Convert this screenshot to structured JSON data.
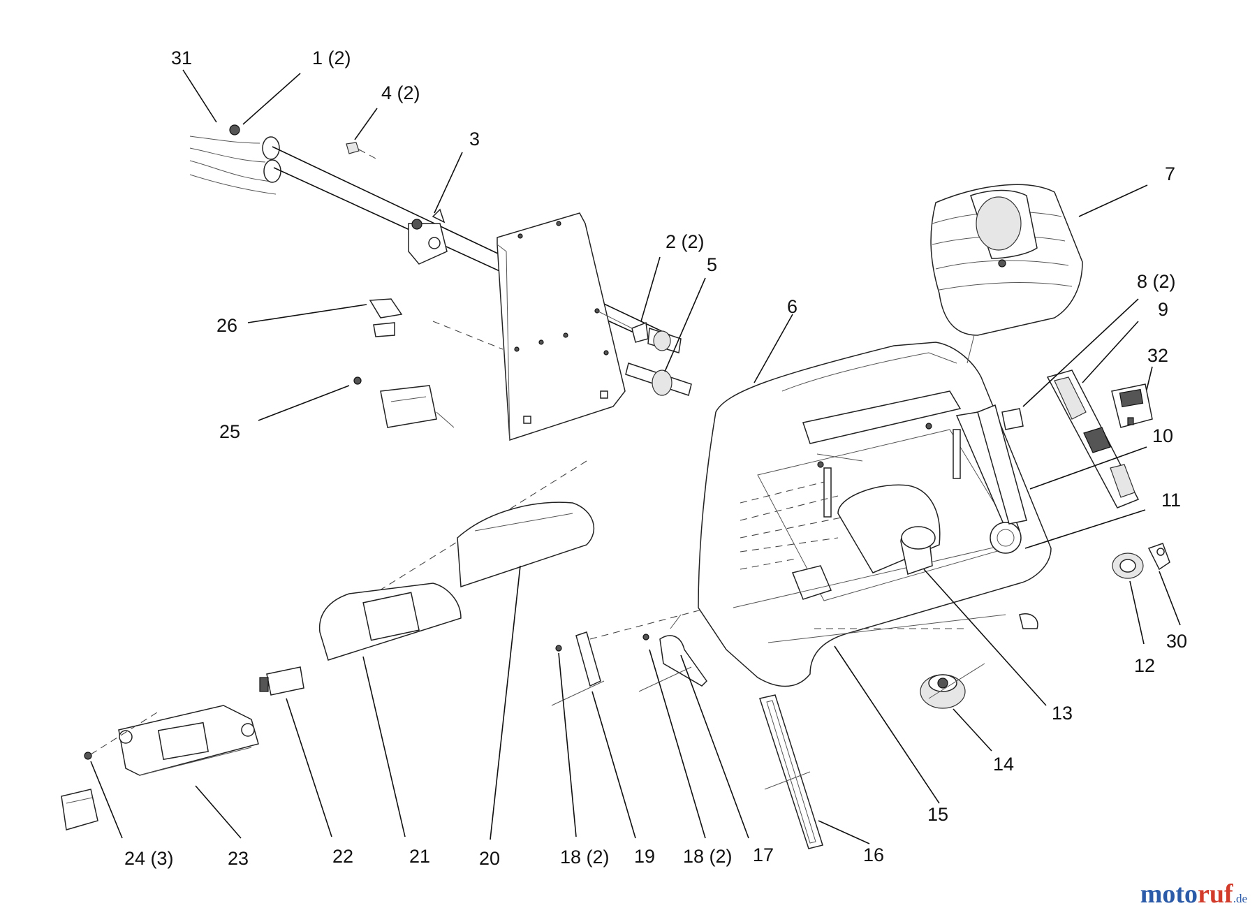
{
  "callouts": [
    {
      "id": "31",
      "text": "31"
    },
    {
      "id": "1",
      "text": "1 (2)"
    },
    {
      "id": "4",
      "text": "4 (2)"
    },
    {
      "id": "3",
      "text": "3"
    },
    {
      "id": "2",
      "text": "2 (2)"
    },
    {
      "id": "5",
      "text": "5"
    },
    {
      "id": "26",
      "text": "26"
    },
    {
      "id": "25",
      "text": "25"
    },
    {
      "id": "6",
      "text": "6"
    },
    {
      "id": "7",
      "text": "7"
    },
    {
      "id": "8",
      "text": "8 (2)"
    },
    {
      "id": "9",
      "text": "9"
    },
    {
      "id": "32",
      "text": "32"
    },
    {
      "id": "10",
      "text": "10"
    },
    {
      "id": "11",
      "text": "11"
    },
    {
      "id": "12",
      "text": "12"
    },
    {
      "id": "30",
      "text": "30"
    },
    {
      "id": "13",
      "text": "13"
    },
    {
      "id": "14",
      "text": "14"
    },
    {
      "id": "15",
      "text": "15"
    },
    {
      "id": "16",
      "text": "16"
    },
    {
      "id": "17",
      "text": "17"
    },
    {
      "id": "18b",
      "text": "18 (2)"
    },
    {
      "id": "19",
      "text": "19"
    },
    {
      "id": "18a",
      "text": "18 (2)"
    },
    {
      "id": "20",
      "text": "20"
    },
    {
      "id": "21",
      "text": "21"
    },
    {
      "id": "22",
      "text": "22"
    },
    {
      "id": "23",
      "text": "23"
    },
    {
      "id": "24",
      "text": "24 (3)"
    }
  ],
  "watermark": {
    "part1": "moto",
    "part2": "ruf",
    "part3": ".de"
  }
}
